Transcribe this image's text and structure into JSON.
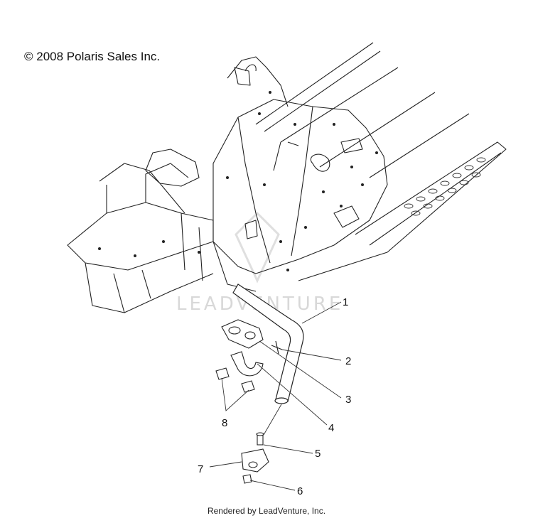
{
  "copyright": "© 2008 Polaris Sales Inc.",
  "footer": "Rendered by LeadVenture, Inc.",
  "watermark": "LEADVENTURE",
  "callouts": [
    "1",
    "2",
    "3",
    "4",
    "5",
    "6",
    "7",
    "8"
  ]
}
